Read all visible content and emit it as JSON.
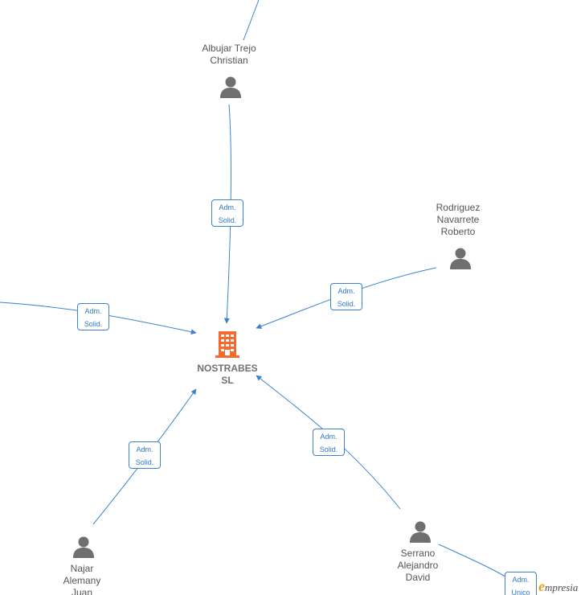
{
  "company": {
    "name_line1": "NOSTRABES",
    "name_line2": "SL",
    "icon": "building-icon",
    "color": "#f26a2e"
  },
  "people": [
    {
      "id": "albujar",
      "lines": [
        "Albujar Trejo",
        "Christian"
      ],
      "icon": "person-icon"
    },
    {
      "id": "rodriguez",
      "lines": [
        "Rodriguez",
        "Navarrete",
        "Roberto"
      ],
      "icon": "person-icon"
    },
    {
      "id": "najar",
      "lines": [
        "Najar",
        "Alemany",
        "Juan"
      ],
      "icon": "person-icon"
    },
    {
      "id": "serrano",
      "lines": [
        "Serrano",
        "Alejandro",
        "David"
      ],
      "icon": "person-icon"
    }
  ],
  "relations": [
    {
      "id": "albujar",
      "lines": [
        "Adm.",
        "Solid."
      ]
    },
    {
      "id": "rodriguez",
      "lines": [
        "Adm.",
        "Solid."
      ]
    },
    {
      "id": "left",
      "lines": [
        "Adm.",
        "Solid."
      ]
    },
    {
      "id": "najar",
      "lines": [
        "Adm.",
        "Solid."
      ]
    },
    {
      "id": "serrano",
      "lines": [
        "Adm.",
        "Solid."
      ]
    },
    {
      "id": "serrano-unico",
      "lines": [
        "Adm.",
        "Unico"
      ]
    }
  ],
  "colors": {
    "edge": "#3b82d1",
    "person": "#6f6f6f",
    "label": "#555555"
  },
  "watermark": {
    "e": "e",
    "rest": "mpresia"
  }
}
